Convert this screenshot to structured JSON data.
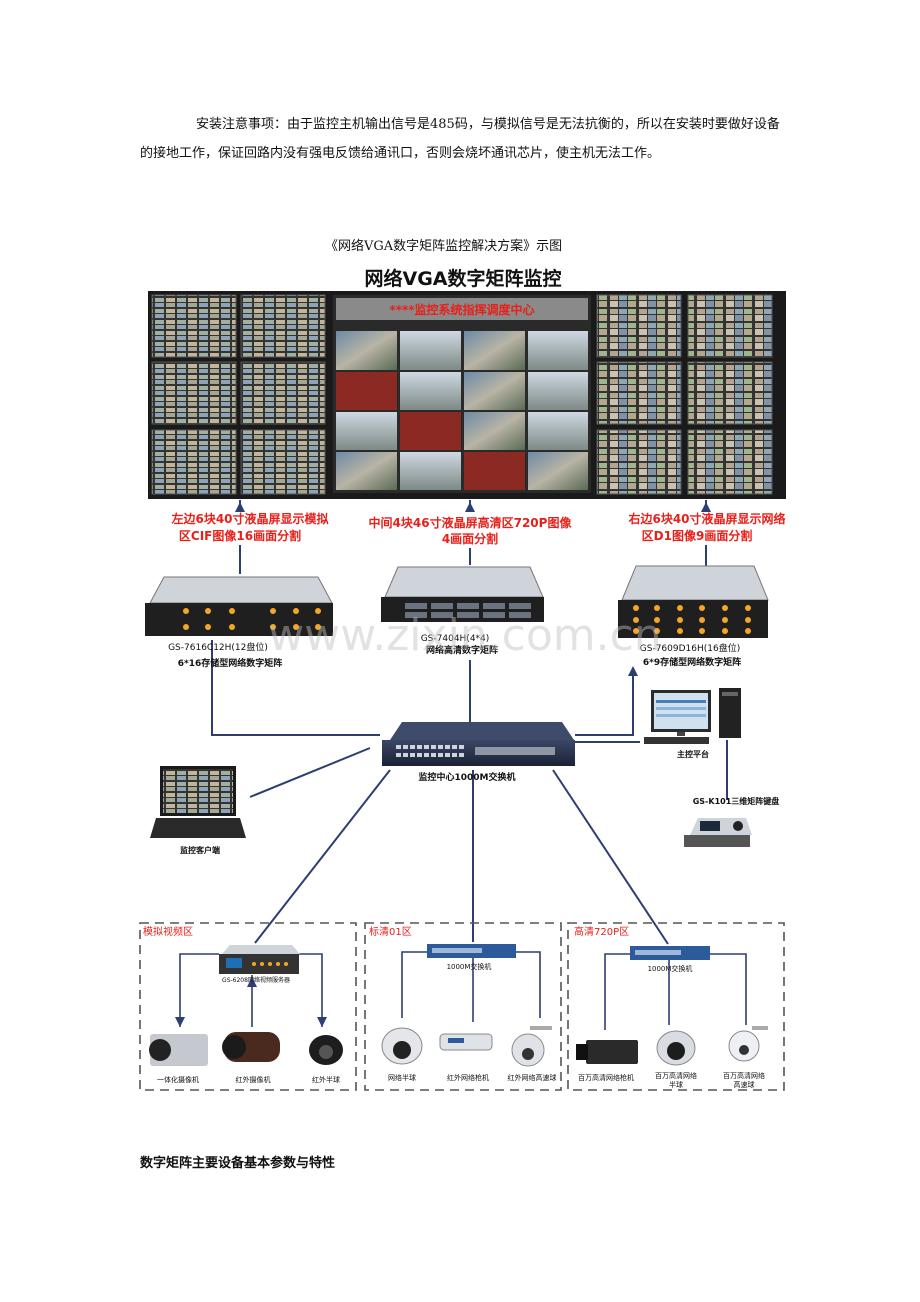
{
  "doc": {
    "paragraph": "安装注意事项：由于监控主机输出信号是485码，与模拟信号是无法抗衡的，所以在安装时要做好设备的接地工作，保证回路内没有强电反馈给通讯口，否则会烧坏通讯芯片，使主机无法工作。",
    "caption": "《网络VGA数字矩阵监控解决方案》示图",
    "section_heading": "数字矩阵主要设备基本参数与特性"
  },
  "diagram": {
    "title": "网络VGA数字矩阵监控",
    "center_banner": "****监控系统指挥调度中心",
    "label_left_1": "左边6块40寸液晶屏显示模拟",
    "label_left_2": "区CIF图像16画面分割",
    "label_mid_1": "中间4块46寸液晶屏高清区720P图像",
    "label_mid_2": "4画面分割",
    "label_right_1": "右边6块40寸液晶屏显示网络",
    "label_right_2": "区D1图像9画面分割",
    "matrix_left_1": "GS-7616C12H(12盘位)",
    "matrix_left_2": "6*16存储型网络数字矩阵",
    "matrix_mid_1": "GS-7404H(4*4)",
    "matrix_mid_2": "网络高清数字矩阵",
    "matrix_right_1": "GS-7609D16H(16盘位)",
    "matrix_right_2": "6*9存储型网络数字矩阵",
    "switch_label": "监控中心1000M交换机",
    "host_label": "主控平台",
    "keyboard_label": "GS-K101三维矩阵键盘",
    "client_label": "监控客户端",
    "zone_analog": "模拟视频区",
    "zone_sd": "标清01区",
    "zone_hd": "高清720P区",
    "video_server": "GS-6208网络视频服务器",
    "zone_switch": "1000M交换机",
    "cam_1": "一体化摄像机",
    "cam_2": "红外摄像机",
    "cam_3": "红外半球",
    "cam_4": "网络半球",
    "cam_5": "红外网络枪机",
    "cam_6": "红外网络高速球",
    "cam_7": "百万高清网络枪机",
    "cam_8a": "百万高清网络",
    "cam_8b": "半球",
    "cam_9a": "百万高清网络",
    "cam_9b": "高速球",
    "watermark": "www.zixin.com.cn",
    "colors": {
      "label_red": "#e8201a",
      "line_blue": "#2c3e72",
      "screen_bg": "#1a1a1a",
      "orange": "#f5a623"
    }
  }
}
